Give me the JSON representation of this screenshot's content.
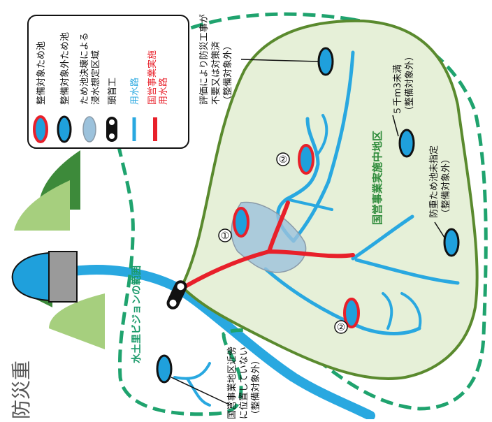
{
  "legend": {
    "items": [
      {
        "label": "整備対象ため池",
        "symbol": "pond-red-outline"
      },
      {
        "label": "整備対象外ため池",
        "symbol": "pond-black-outline"
      },
      {
        "label": "ため池決壊による",
        "label2": "浸水想定区域",
        "symbol": "flood-area"
      },
      {
        "label": "頭首工",
        "symbol": "headworks"
      },
      {
        "label": "用水路",
        "symbol": "canal-blue"
      },
      {
        "label": "国営事業実施",
        "label2": "用水路",
        "symbol": "canal-red"
      }
    ]
  },
  "annotations": {
    "top_note": [
      "評価により防災工事が",
      "不要又は対策済",
      "（整備対象外）"
    ],
    "small_note": [
      "５千m3未満",
      "（整備対象外）"
    ],
    "prevent_note": [
      "防重ため池未指定",
      "（整備対象外）"
    ],
    "outside_note": [
      "国営事業地区近傍",
      "に位置していない",
      "（整備対象外）"
    ],
    "partial_title": "防災重"
  },
  "labels": {
    "district": "国営事業実施中地区",
    "vision": "水土里ビジョンの範囲"
  },
  "markers": {
    "m1": "①",
    "m2a": "②",
    "m2b": "②"
  },
  "colors": {
    "canal": "#29a8e0",
    "national_canal": "#e8202a",
    "district_fill": "#e6f0d8",
    "district_border": "#5a8a2e",
    "vision_border": "#1fa36e",
    "vision_text": "#1a9a6a",
    "district_text": "#2e8b3a",
    "pond_fill": "#1fa0dc",
    "flood": "#9cc2dc",
    "mountain_dark": "#3d8a3a",
    "mountain_light": "#a6cf7e"
  }
}
